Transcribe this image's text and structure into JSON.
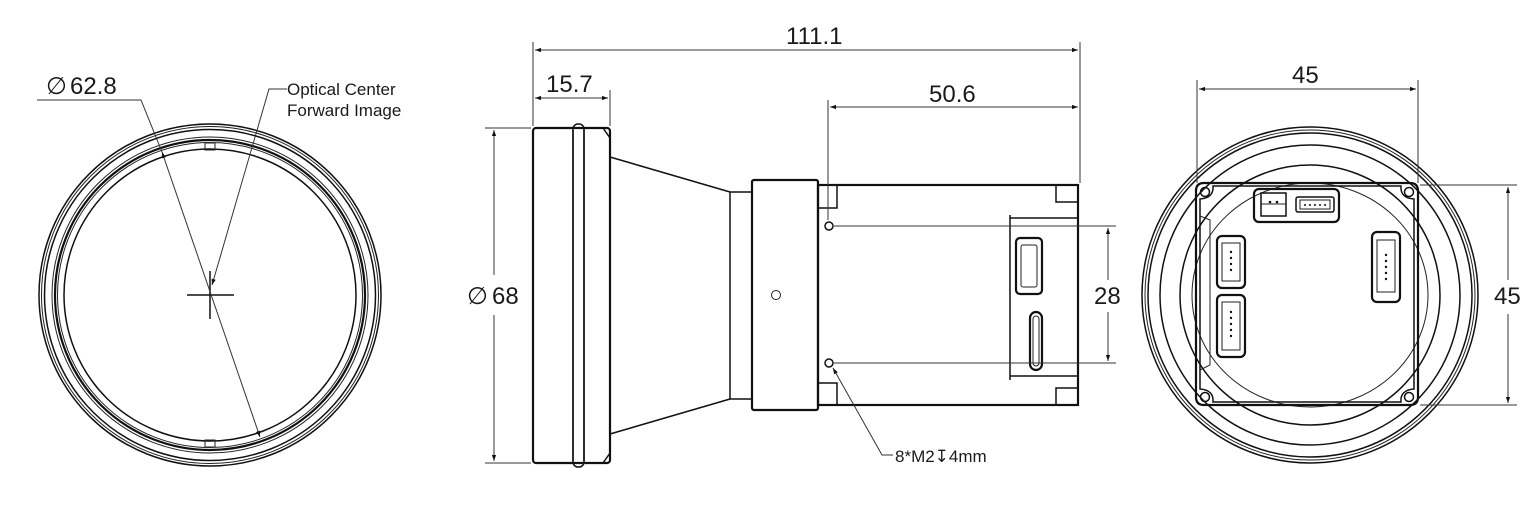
{
  "drawing": {
    "type": "mechanical-technical-drawing",
    "views": [
      "front-view",
      "side-view",
      "rear-view"
    ],
    "colors": {
      "line": "#111111",
      "text": "#1a1a1a",
      "background": "#ffffff"
    }
  },
  "front_view": {
    "diameter_symbol": "∅",
    "diameter_value": "62.8",
    "callout_line1": "Optical Center",
    "callout_line2": "Forward Image"
  },
  "side_view": {
    "overall_length": "111.1",
    "flange_length": "15.7",
    "body_length": "50.6",
    "diameter_symbol": "∅",
    "diameter_value": "68",
    "hole_spacing": "28",
    "hole_note": "8*M2↧4mm"
  },
  "rear_view": {
    "board_width": "45",
    "board_height": "45"
  }
}
